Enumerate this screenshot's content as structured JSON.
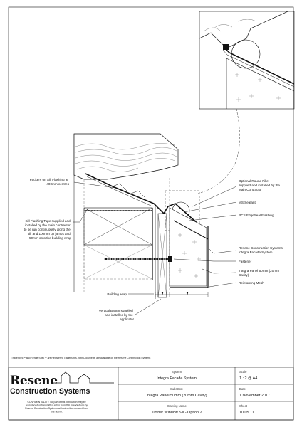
{
  "labels": {
    "packers": [
      "Packers on Sill Flashing at",
      "400mm centres"
    ],
    "sill_tape": [
      "Sill Flashing Tape supplied and",
      "installed by the main contractor",
      "to be run continuously along the",
      "sill and 100mm up jambs and",
      "50mm onto the building wrap"
    ],
    "building_wrap": "Building wrap",
    "vertical_batten": [
      "Vertical Batten supplied",
      "and installed by the",
      "applicator"
    ],
    "round_fillet": [
      "Optional Round Fillet",
      "supplied and installed by the",
      "Main Contractor"
    ],
    "ms_sealant": "MS Sealant",
    "rcs_flashing": "RCS EdgeSeal Flashing",
    "facade_system": [
      "Resene Construction Systems",
      "Integra Facade System"
    ],
    "fastener": "Fastener",
    "integra_panel": [
      "Integra Panel 50mm (20mm",
      "Cavity)"
    ],
    "reinforcing_mesh": "Reinforcing Mesh"
  },
  "trademark_note": "TradeSpec™ and RenderSpec™ are Registered Trademarks, both Documents are available on the Resene Construction Systems",
  "title_block": {
    "logo_main": "Resene",
    "logo_sub": "Construction Systems",
    "confidentiality": [
      "CONFIDENTIALITY: No part of this publication may be",
      "reproduced or transmitted either from this intended use by",
      "Resene Construction Systems without written consent from",
      "the author."
    ],
    "system_caption": "System",
    "system_value": "Integra Facade System",
    "substrate_caption": "Substrate",
    "substrate_value": "Integra Panel 50mm (20mm Cavity)",
    "drawing_caption": "Drawing Name",
    "drawing_value": "Timber Window Sill - Option 2",
    "scale_caption": "Scale",
    "scale_value": "1 : 2 @ A4",
    "date_caption": "Date",
    "date_value": "1 November 2017",
    "sheet_caption": "Sheet",
    "sheet_value": "10.05.11"
  },
  "colors": {
    "line": "#111111",
    "hatch": "#555555",
    "panel_mark": "#777777"
  }
}
